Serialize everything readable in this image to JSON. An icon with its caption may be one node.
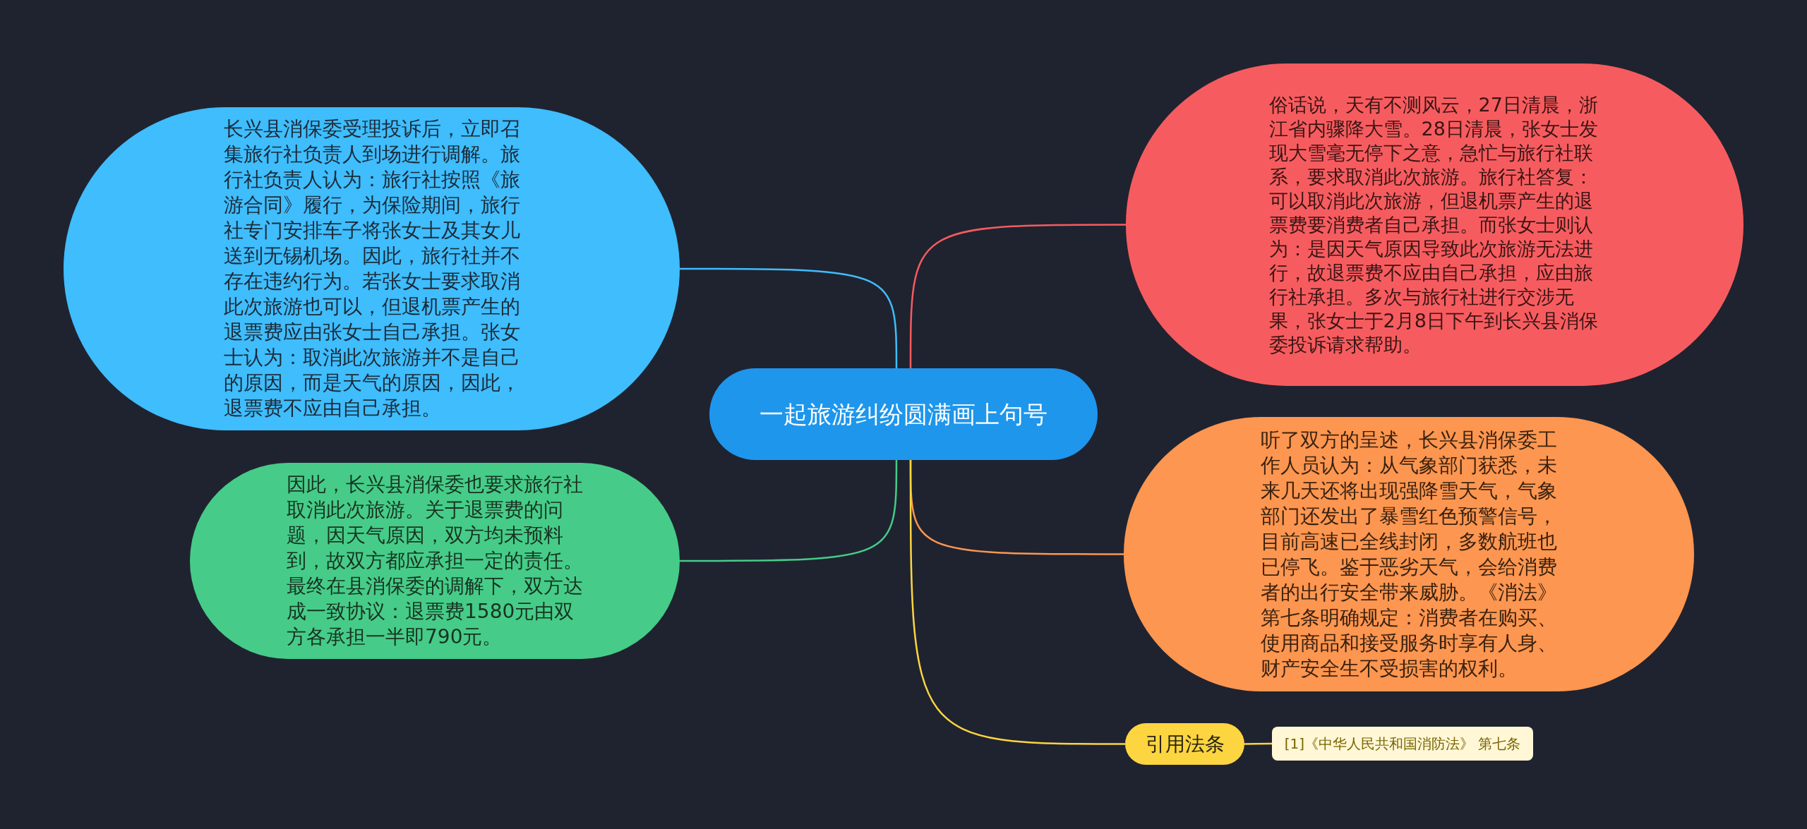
{
  "diagram": {
    "nodes": [
      {
        "text": [
          "一起旅游纠纷圆满画上句号"
        ]
      },
      {
        "text": [
          "长兴县消保委受理投诉后，立即召集旅行社负责人到场进行调解。旅行社负责人认为：旅行社按照《旅游合同》履行，为保险期间，旅行社专门安排车子将张女士及其女儿送到无锡机场。因此，旅行社并不存在违约行为。若张女士要求取消此次旅游也可以，但退机票产生的退票费应由张女士自己承担。张女士认为：取消此次旅游并不是自己的原因，而是天气的原因，因此，退票费不应由自己承担。"
        ]
      },
      {
        "text": [
          "因此，长兴县消保委也要求旅行社取消此次旅游。关于退票费的问题，因天气原因，双方均未预料到，故双方都应承担一定的责任。最终在县消保委的调解下，双方达成一致协议：退票费1580元由双方各承担一半即790元。"
        ]
      },
      {
        "text": [
          "俗话说，天有不测风云，27日清晨，浙江省内骤降大雪。28日清晨，张女士发现大雪毫无停下之意，急忙与旅行社联系，要求取消此次旅游。旅行社答复：可以取消此次旅游，但退机票产生的退票费要消费者自己承担。而张女士则认为：是因天气原因导致此次旅游无法进行，故退票费不应由自己承担，应由旅行社承担。多次与旅行社进行交涉无果，张女士于2月8日下午到长兴县消保委投诉请求帮助。"
        ]
      },
      {
        "text": [
          "听了双方的呈述，长兴县消保委工作人员认为：从气象部门获悉，未来几天还将出现强降雪天气，气象部门还发出了暴雪红色预警信号，目前高速已全线封闭，多数航班也已停飞。鉴于恶劣天气，会给消费者的出行安全带来威胁。《消法》第七条明确规定：消费者在购买、使用商品和接受服务时享有人身、财产安全生不受损害的权利。"
        ]
      },
      {
        "text": [
          "引用法条"
        ]
      },
      {
        "text": [
          "[1]《中华人民共和国消防法》 第七条"
        ]
      }
    ],
    "edges": [
      {
        "from": 0,
        "to": 1,
        "arrow": "none",
        "color": "#3fbdfd"
      },
      {
        "from": 0,
        "to": 2,
        "arrow": "none",
        "color": "#46cc88"
      },
      {
        "from": 0,
        "to": 3,
        "arrow": "none",
        "color": "#f65c5f"
      },
      {
        "from": 0,
        "to": 4,
        "arrow": "none",
        "color": "#fd9650"
      },
      {
        "from": 0,
        "to": 5,
        "arrow": "none",
        "color": "#fcd540"
      },
      {
        "from": 5,
        "to": 6,
        "arrow": "none",
        "color": "#fcd540"
      }
    ]
  }
}
